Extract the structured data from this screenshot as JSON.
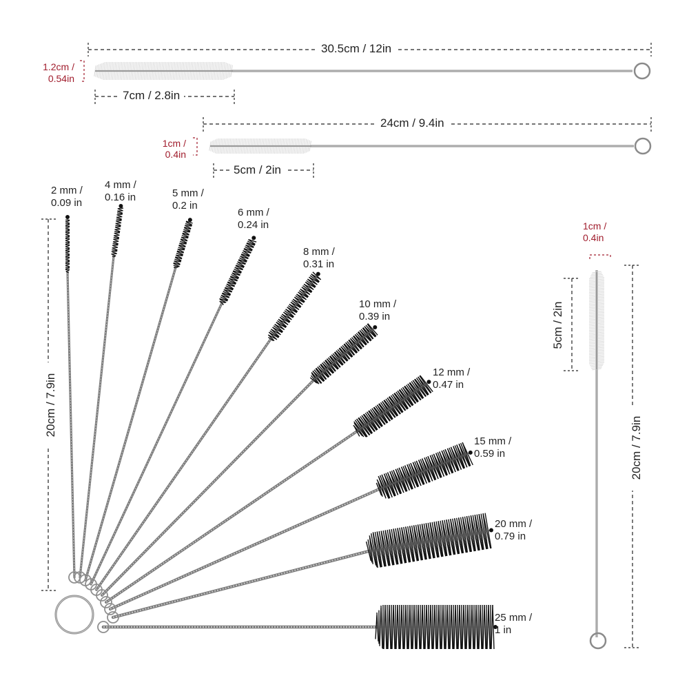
{
  "long_brushes": [
    {
      "length": "30.5cm / 12in",
      "brush_length": "7cm / 2.8in",
      "diameter": [
        "1.2cm /",
        "0.54in"
      ]
    },
    {
      "length": "24cm / 9.4in",
      "brush_length": "5cm / 2in",
      "diameter": [
        "1cm /",
        "0.4in"
      ]
    }
  ],
  "fan_set": {
    "length": "20cm / 7.9in",
    "brushes": [
      {
        "size": [
          "2 mm /",
          "0.09 in"
        ]
      },
      {
        "size": [
          "4 mm /",
          "0.16 in"
        ]
      },
      {
        "size": [
          "5 mm /",
          "0.2 in"
        ]
      },
      {
        "size": [
          "6 mm /",
          "0.24 in"
        ]
      },
      {
        "size": [
          "8 mm /",
          "0.31 in"
        ]
      },
      {
        "size": [
          "10 mm /",
          "0.39 in"
        ]
      },
      {
        "size": [
          "12 mm /",
          "0.47 in"
        ]
      },
      {
        "size": [
          "15 mm /",
          "0.59 in"
        ]
      },
      {
        "size": [
          "20 mm /",
          "0.79 in"
        ]
      },
      {
        "size": [
          "25 mm /",
          "1 in"
        ]
      }
    ]
  },
  "single_brush": {
    "diameter": [
      "1cm /",
      "0.4in"
    ],
    "brush_length": "5cm / 2in",
    "length": "20cm / 7.9in"
  },
  "colors": {
    "accent": "#a01c2c",
    "bristle_black": "#111111",
    "bristle_white": "#e8e8e8",
    "wire": "#9a9a9a"
  }
}
